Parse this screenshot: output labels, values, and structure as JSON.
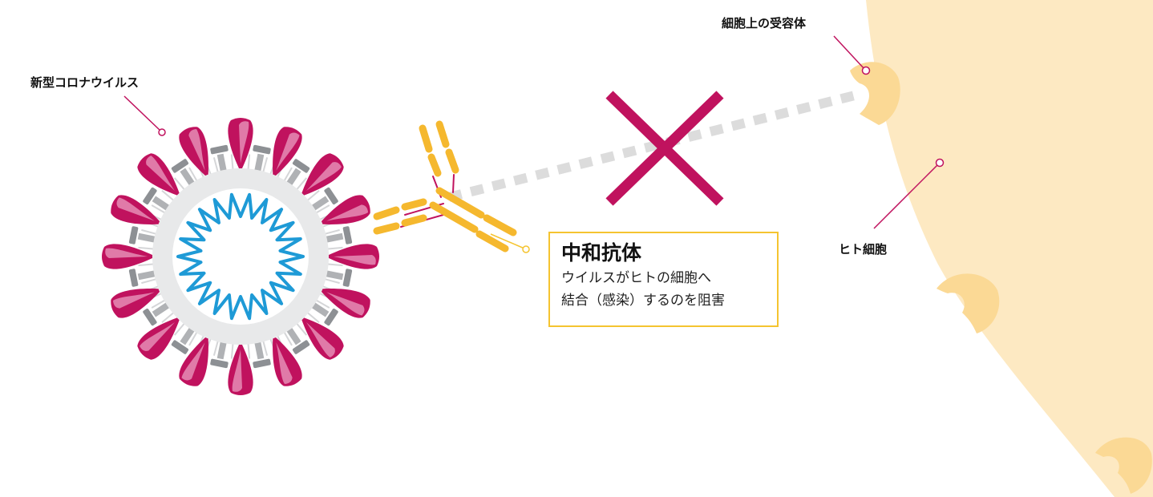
{
  "labels": {
    "virus": "新型コロナウイルス",
    "receptor": "細胞上の受容体",
    "cell": "ヒト細胞"
  },
  "callout": {
    "title": "中和抗体",
    "line1": "ウイルスがヒトの細胞へ",
    "line2": "結合（感染）するのを阻害"
  },
  "colors": {
    "spike": "#c0125e",
    "spike_light": "#e07aa8",
    "antibody": "#f5b82e",
    "cell": "#fde9c2",
    "receptor": "#fbd995",
    "rna": "#1e9ad6",
    "envelope": "#e8e9ea",
    "cross": "#c0125e",
    "leader": "#c0125e",
    "dashed_path": "#dcdcdc",
    "callout_border": "#f5c430"
  },
  "icons": {
    "block_mark": "cross-mark-icon",
    "virus": "coronavirus-icon",
    "antibody": "antibody-icon"
  }
}
